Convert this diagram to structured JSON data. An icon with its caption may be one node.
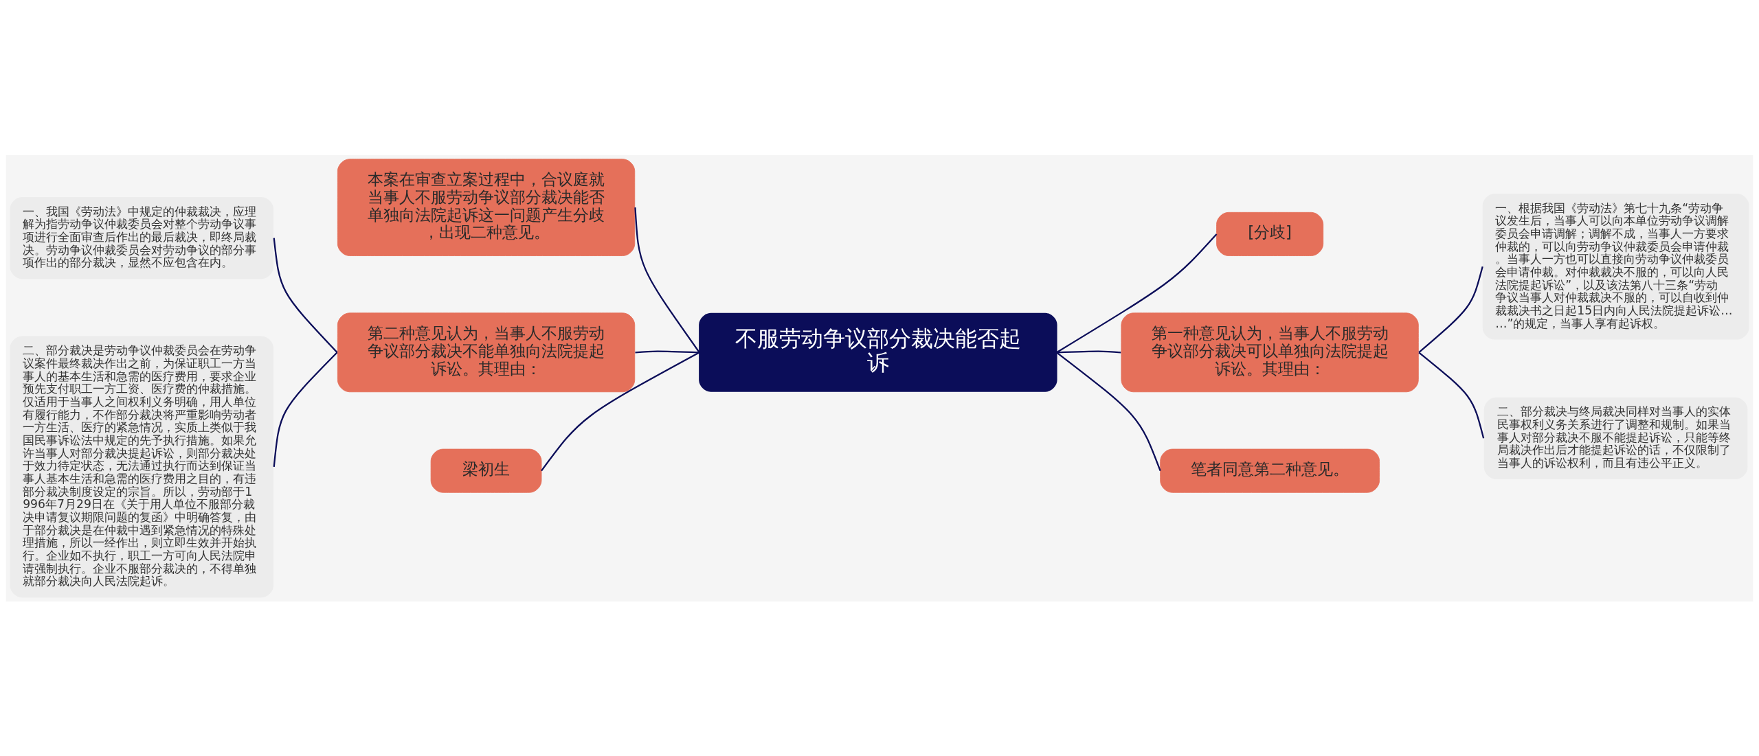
{
  "diagram": {
    "nodes": [
      {
        "text": [
          "不服劳动争议部分裁决能否起诉"
        ]
      },
      {
        "text": [
          "本案在审查立案过程中，合议庭就当事人不服劳动争议部分裁决能否单独向法院起诉这一问题产生分歧，出现二种意见。"
        ]
      },
      {
        "text": [
          "[分歧]"
        ]
      },
      {
        "text": [
          "第二种意见认为，当事人不服劳动争议部分裁决不能单独向法院提起诉讼。其理由："
        ]
      },
      {
        "text": [
          "一、我国《劳动法》中规定的仲裁裁决，应理解为指劳动争议仲裁委员会对整个劳动争议事项进行全面审查后作出的最后裁决，即终局裁决。劳动争议仲裁委员会对劳动争议的部分事项作出的部分裁决，显然不应包含在内。"
        ]
      },
      {
        "text": [
          "二、部分裁决是劳动争议仲裁委员会在劳动争议案件最终裁决作出之前，为保证职工一方当事人的基本生活和急需的医疗费用，要求企业预先支付职工一方工资、医疗费的仲裁措施。仅适用于当事人之间权利义务明确，用人单位有履行能力，不作部分裁决将严重影响劳动者一方生活、医疗的紧急情况，实质上类似于我国民事诉讼法中规定的先予执行措施。如果允许当事人对部分裁决提起诉讼，则部分裁决处于效力待定状态，无法通过执行而达到保证当事人基本生活和急需的医疗费用之目的，有违部分裁决制度设定的宗旨。所以，劳动部于1996年7月29日在《关于用人单位不服部分裁决申请复议期限问题的复函》中明确答复，由于部分裁决是在仲裁中遇到紧急情况的特殊处理措施，所以一经作出，则立即生效并开始执行。企业如不执行，职工一方可向人民法院申请强制执行。企业不服部分裁决的，不得单独就部分裁决向人民法院起诉。"
        ]
      },
      {
        "text": [
          "第一种意见认为，当事人不服劳动争议部分裁决可以单独向法院提起诉讼。其理由："
        ]
      },
      {
        "text": [
          "一、根据我国《劳动法》第七十九条“劳动争议发生后，当事人可以向本单位劳动争议调解委员会申请调解；调解不成，当事人一方要求仲裁的，可以向劳动争议仲裁委员会申请仲裁。当事人一方也可以直接向劳动争议仲裁委员会申请仲裁。对仲裁裁决不服的，可以向人民法院提起诉讼”，以及该法第八十三条“劳动争议当事人对仲裁裁决不服的，可以自收到仲裁裁决书之日起15日内向人民法院提起诉讼……”的规定，当事人享有起诉权。"
        ]
      },
      {
        "text": [
          "二、部分裁决与终局裁决同样对当事人的实体民事权利义务关系进行了调整和规制。如果当事人对部分裁决不服不能提起诉讼，只能等终局裁决作出后才能提起诉讼的话，不仅限制了当事人的诉讼权利，而且有违公平正义。"
        ]
      },
      {
        "text": [
          "笔者同意第二种意见。"
        ]
      },
      {
        "text": [
          "梁初生"
        ]
      }
    ],
    "edges": [
      {
        "from": 0,
        "to": 1,
        "arrow": "none"
      },
      {
        "from": 0,
        "to": 2,
        "arrow": "none"
      },
      {
        "from": 0,
        "to": 3,
        "arrow": "none"
      },
      {
        "from": 3,
        "to": 4,
        "arrow": "none"
      },
      {
        "from": 3,
        "to": 5,
        "arrow": "none"
      },
      {
        "from": 0,
        "to": 6,
        "arrow": "none"
      },
      {
        "from": 6,
        "to": 7,
        "arrow": "none"
      },
      {
        "from": 6,
        "to": 8,
        "arrow": "none"
      },
      {
        "from": 0,
        "to": 9,
        "arrow": "none"
      },
      {
        "from": 0,
        "to": 10,
        "arrow": "none"
      }
    ]
  }
}
